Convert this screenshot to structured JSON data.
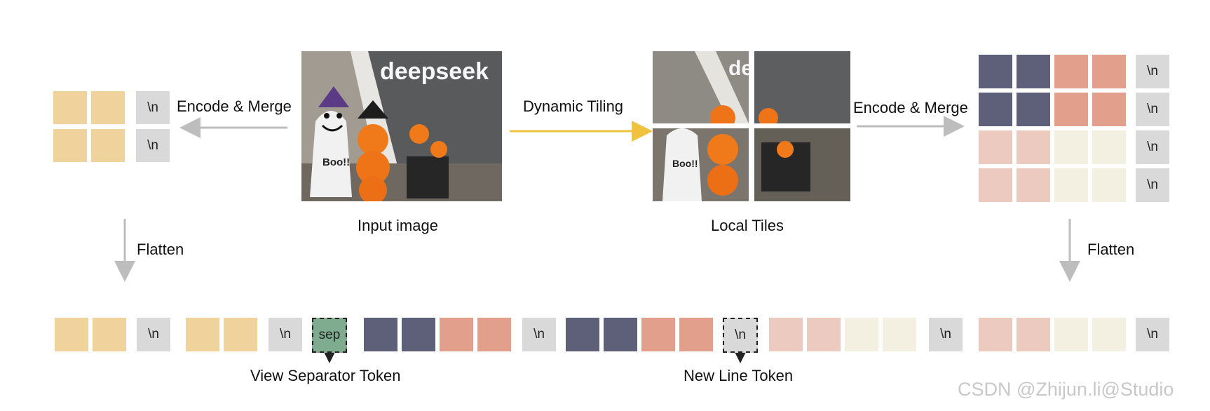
{
  "labels": {
    "encode_merge_left": "Encode & Merge",
    "dynamic_tiling": "Dynamic Tiling",
    "encode_merge_right": "Encode & Merge",
    "input_image": "Input image",
    "local_tiles": "Local Tiles",
    "flatten_left": "Flatten",
    "flatten_right": "Flatten",
    "view_separator_token": "View Separator Token",
    "new_line_token": "New Line Token"
  },
  "tokens": {
    "newline": "\\n",
    "sep": "sep"
  },
  "photo": {
    "brand": "deepseek",
    "boo": "Boo!!"
  },
  "watermark": "CSDN @Zhijun.li@Studio",
  "colors": {
    "global_token": "#f0d29d",
    "dark_token": "#5d6078",
    "salmon_token": "#e29f8c",
    "pink_token": "#edcabf",
    "cream_token": "#f3f0e1",
    "newline_token": "#d9d9d9",
    "sep_token": "#7fac8e",
    "arrow_gray": "#bdbdbd",
    "arrow_yellow": "#f0c23d"
  }
}
